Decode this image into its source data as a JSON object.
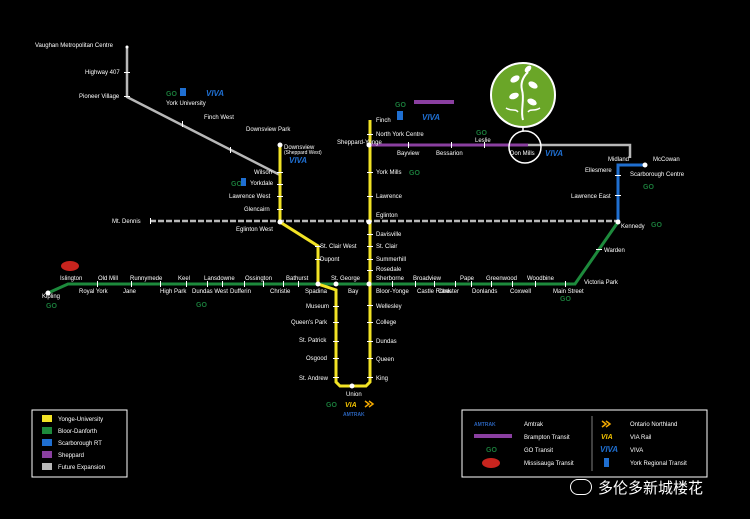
{
  "colors": {
    "yonge_university": "#f2e325",
    "bloor_danforth": "#1d8a3c",
    "scarborough_rt": "#1f6fd1",
    "sheppard": "#8a3fa0",
    "future_expansion": "#b8b8b8",
    "go_green": "#1a7a3a",
    "badge_green": "#6aa628"
  },
  "legend": {
    "items": [
      {
        "label": "Yonge-University",
        "color": "#f2e325"
      },
      {
        "label": "Bloor-Danforth",
        "color": "#1d8a3c"
      },
      {
        "label": "Scarborough RT",
        "color": "#1f6fd1"
      },
      {
        "label": "Sheppard",
        "color": "#8a3fa0"
      },
      {
        "label": "Future Expansion",
        "color": "#b8b8b8"
      }
    ]
  },
  "transit_legend": {
    "items": [
      {
        "label": "Amtrak",
        "icon": "amtrak-icon"
      },
      {
        "label": "Ontario Northland",
        "icon": "ontario-northland-icon"
      },
      {
        "label": "Brampton Transit",
        "icon": "brampton-transit-icon"
      },
      {
        "label": "VIA Rail",
        "icon": "via-rail-icon"
      },
      {
        "label": "GO Transit",
        "icon": "go-transit-icon"
      },
      {
        "label": "VIVA",
        "icon": "viva-icon"
      },
      {
        "label": "Missisauga Transit",
        "icon": "mississauga-transit-icon"
      },
      {
        "label": "York Regional Transit",
        "icon": "york-region-transit-icon"
      }
    ]
  },
  "logos": {
    "go": "GO",
    "viva": "VIVA",
    "via": "VIA",
    "amtrak": "AMTRAK"
  },
  "stations": {
    "university_spur": [
      "Vaughan Metropolitan Centre",
      "Highway 407",
      "Pioneer Village",
      "York University",
      "Finch West",
      "Downsview Park"
    ],
    "downsview": "Downsview",
    "downsview_sub": "(Sheppard West)",
    "spadina_north": [
      "Wilson",
      "Yorkdale",
      "Lawrence West",
      "Glencairn",
      "Eglinton West"
    ],
    "spadina_south": [
      "St. Clair West",
      "Dupont",
      "Spadina"
    ],
    "university": [
      "Museum",
      "Queen's Park",
      "St. Patrick",
      "Osgood",
      "St. Andrew"
    ],
    "union": "Union",
    "yonge": [
      "Finch",
      "North York Centre",
      "Sheppard-Yonge",
      "York Mills",
      "Lawrence",
      "Eglinton",
      "Davisville",
      "St. Clair",
      "Summerhill",
      "Rosedale"
    ],
    "yonge_south": [
      "Wellesley",
      "College",
      "Dundas",
      "Queen",
      "King"
    ],
    "sheppard_line": [
      "Bayview",
      "Bessarion",
      "Leslie",
      "Don Mills"
    ],
    "bloor_west": [
      "Kipling",
      "Islington",
      "Royal York",
      "Old Mill",
      "Jane",
      "Runnymede",
      "High Park",
      "Keel",
      "Dundas West",
      "Lansdowne",
      "Dufferin",
      "Ossington",
      "Christie",
      "Bathurst"
    ],
    "st_george": "St. George",
    "bay": "Bay",
    "bloor_yonge": "Bloor-Yonge",
    "sherbourne": "Sherborne",
    "bloor_east": [
      "Broadview",
      "Castle Frank",
      "Chester",
      "Pape",
      "Donlands",
      "Greenwood",
      "Coxwell",
      "Woodbine",
      "Main Street",
      "Victoria Park",
      "Warden",
      "Kennedy"
    ],
    "srt": [
      "Lawrence East",
      "Ellesmere",
      "Midland",
      "Scarborough Centre",
      "McCowan"
    ],
    "eglinton_future": "Mt. Dennis"
  },
  "watermark": "多伦多新城楼花"
}
